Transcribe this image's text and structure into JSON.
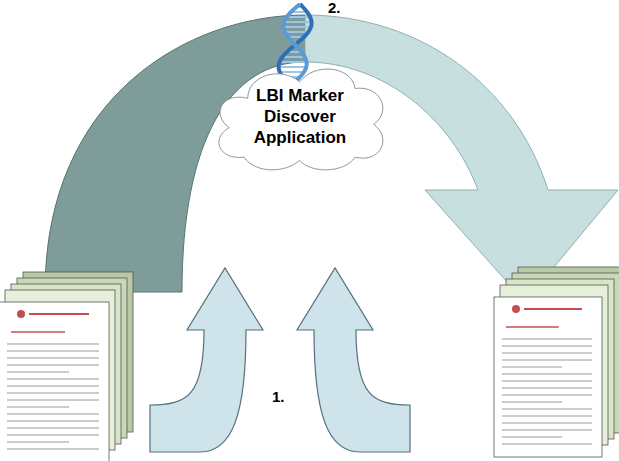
{
  "diagram": {
    "nodes": [
      {
        "text": [
          "LBI Marker Discover Application"
        ]
      }
    ],
    "labels": [
      "1.",
      "2."
    ]
  }
}
